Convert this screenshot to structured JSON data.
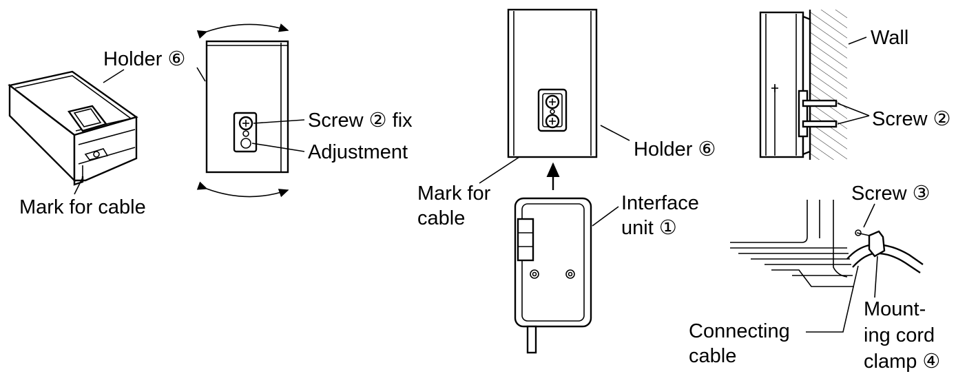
{
  "fig1": {
    "holder_label": "Holder ⑥",
    "mark_for_cable": "Mark for cable"
  },
  "fig2": {
    "screw_fix": "Screw ② fix",
    "adjustment": "Adjustment"
  },
  "fig3": {
    "mark_for_cable_line1": "Mark for",
    "mark_for_cable_line2": "cable",
    "holder_label": "Holder ⑥",
    "interface_unit_line1": "Interface",
    "interface_unit_line2": "unit ①"
  },
  "fig4": {
    "wall": "Wall",
    "screw": "Screw ②"
  },
  "fig5": {
    "screw": "Screw ③",
    "connecting_cable_line1": "Connecting",
    "connecting_cable_line2": "cable",
    "clamp_line1": "Mount-",
    "clamp_line2": "ing cord",
    "clamp_line3": "clamp ④"
  }
}
